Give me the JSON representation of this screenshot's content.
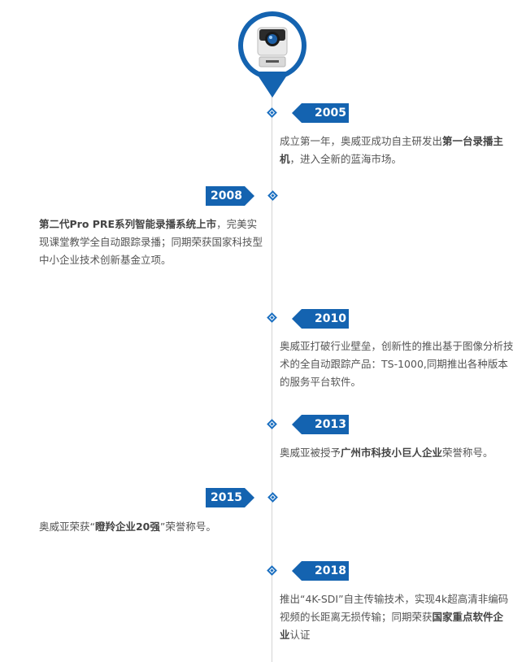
{
  "colors": {
    "accent": "#1463b0",
    "line": "#d4d4d4",
    "text": "#555555"
  },
  "logo": {
    "icon": "camera-product-icon"
  },
  "events": [
    {
      "year": "2005",
      "pre": "成立第一年，奥威亚成功自主研发出",
      "bold": "第一台录播主机",
      "post": "，进入全新的蓝海市场。"
    },
    {
      "year": "2008",
      "pre": "",
      "bold": "第二代Pro PRE系列智能录播系统上市",
      "post": "，完美实现课堂教学全自动跟踪录播；同期荣获国家科技型中小企业技术创新基金立项。"
    },
    {
      "year": "2010",
      "pre": "奥威亚打破行业壁垒，创新性的推出基于图像分析技术的全自动跟踪产品：TS-1000,同期推出各种版本的服务平台软件。",
      "bold": "",
      "post": ""
    },
    {
      "year": "2013",
      "pre": "奥威亚被授予",
      "bold": "广州市科技小巨人企业",
      "post": "荣誉称号。"
    },
    {
      "year": "2015",
      "pre": "奥威亚荣获“",
      "bold": "瞪羚企业20强",
      "post": "”荣誉称号。"
    },
    {
      "year": "2018",
      "pre": "推出“4K-SDI”自主传输技术，实现4k超高清非编码视频的长距离无损传输；同期荣获",
      "bold": "国家重点软件企业",
      "post": "认证"
    }
  ]
}
